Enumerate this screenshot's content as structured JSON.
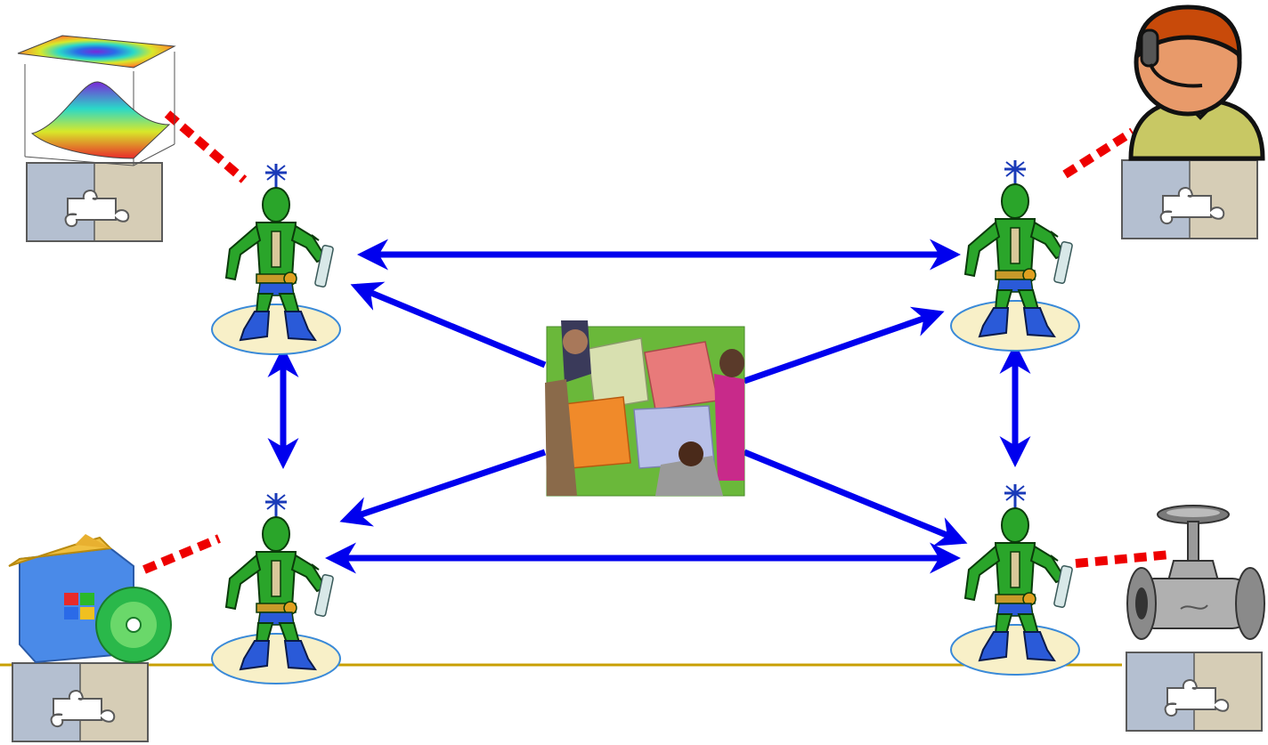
{
  "colors": {
    "arrow": "#0000ee",
    "link": "#ee0000",
    "divider": "#c8a000",
    "platform_fill": "#f8f0c8",
    "platform_stroke": "#3a8ad8",
    "agent_body": "#2aa52a",
    "agent_boots": "#2a5ad8",
    "puzzle_left": "#b4bfd0",
    "puzzle_right": "#d6cdb6",
    "puzzle_frame": "#5a5a5a"
  },
  "agents": [
    {
      "name": "agent-top-left",
      "icon": "superhero-agent-icon"
    },
    {
      "name": "agent-top-right",
      "icon": "superhero-agent-icon"
    },
    {
      "name": "agent-bottom-left",
      "icon": "superhero-agent-icon"
    },
    {
      "name": "agent-bottom-right",
      "icon": "superhero-agent-icon"
    }
  ],
  "resources": [
    {
      "name": "surface-plot-resource",
      "icon": "3d-surface-plot-icon"
    },
    {
      "name": "operator-resource",
      "icon": "headset-user-icon"
    },
    {
      "name": "software-package-resource",
      "icon": "software-box-cd-icon"
    },
    {
      "name": "valve-resource",
      "icon": "industrial-valve-icon"
    }
  ],
  "adapters": [
    {
      "name": "puzzle-adapter-top-left",
      "icon": "puzzle-piece-icon"
    },
    {
      "name": "puzzle-adapter-top-right",
      "icon": "puzzle-piece-icon"
    },
    {
      "name": "puzzle-adapter-bottom-left",
      "icon": "puzzle-piece-icon"
    },
    {
      "name": "puzzle-adapter-bottom-right",
      "icon": "puzzle-piece-icon"
    }
  ],
  "center": {
    "name": "collaboration-image",
    "icon": "team-puzzle-icon"
  }
}
